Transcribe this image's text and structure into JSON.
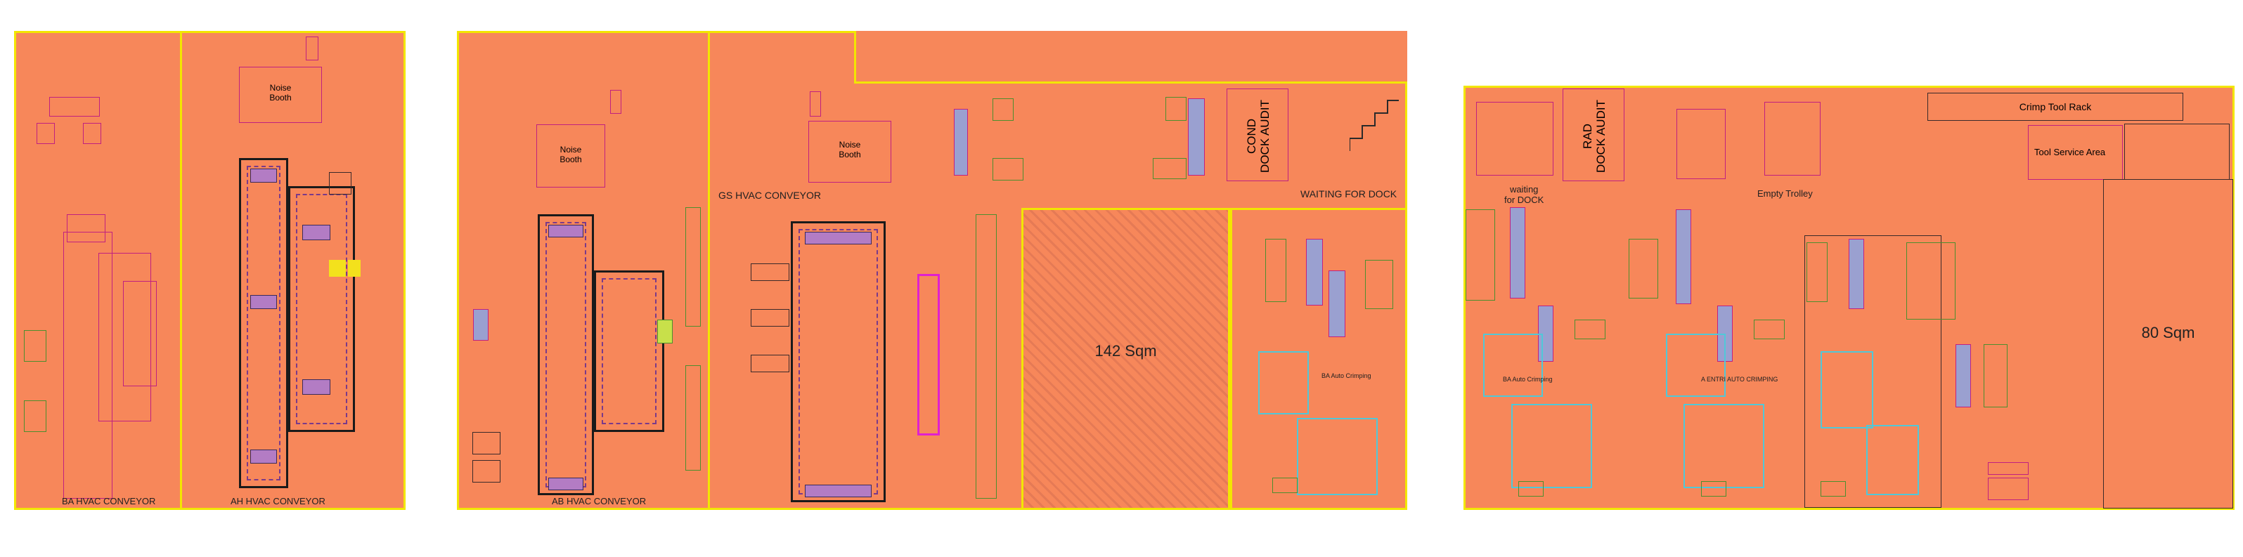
{
  "colors": {
    "floor": "#f7875a",
    "border": "#f2e600",
    "equipment": "#c02080",
    "conveyor": "#1a1a1a"
  },
  "zones": {
    "ba": {
      "conveyor_label": "BA HVAC CONVEYOR"
    },
    "ah": {
      "noise_booth": "Noise\nBooth",
      "conveyor_label": "AH HVAC CONVEYOR"
    },
    "ab": {
      "noise_booth": "Noise\nBooth",
      "conveyor_label": "AB HVAC CONVEYOR"
    },
    "gs": {
      "noise_booth": "Noise\nBooth",
      "conveyor_top_label": "GS HVAC CONVEYOR",
      "conveyor_label": "GS HVAC CONVEYOR",
      "area_label": "142 Sqm",
      "cond_audit": "COND\nDOCK AUDIT",
      "waiting_label": "WAITING FOR DOCK",
      "auto_crimping": "BA Auto Crimping"
    },
    "right": {
      "crimp_rack": "Crimp Tool Rack",
      "tool_service": "Tool Service Area",
      "rad_audit": "RAD\nDOCK AUDIT",
      "waiting_label": "waiting\nfor DOCK",
      "empty_trolley": "Empty Trolley",
      "area_label": "80 Sqm",
      "ba_crimping": "BA Auto Crimping",
      "entri_crimping": "A ENTRI AUTO CRIMPING"
    }
  }
}
